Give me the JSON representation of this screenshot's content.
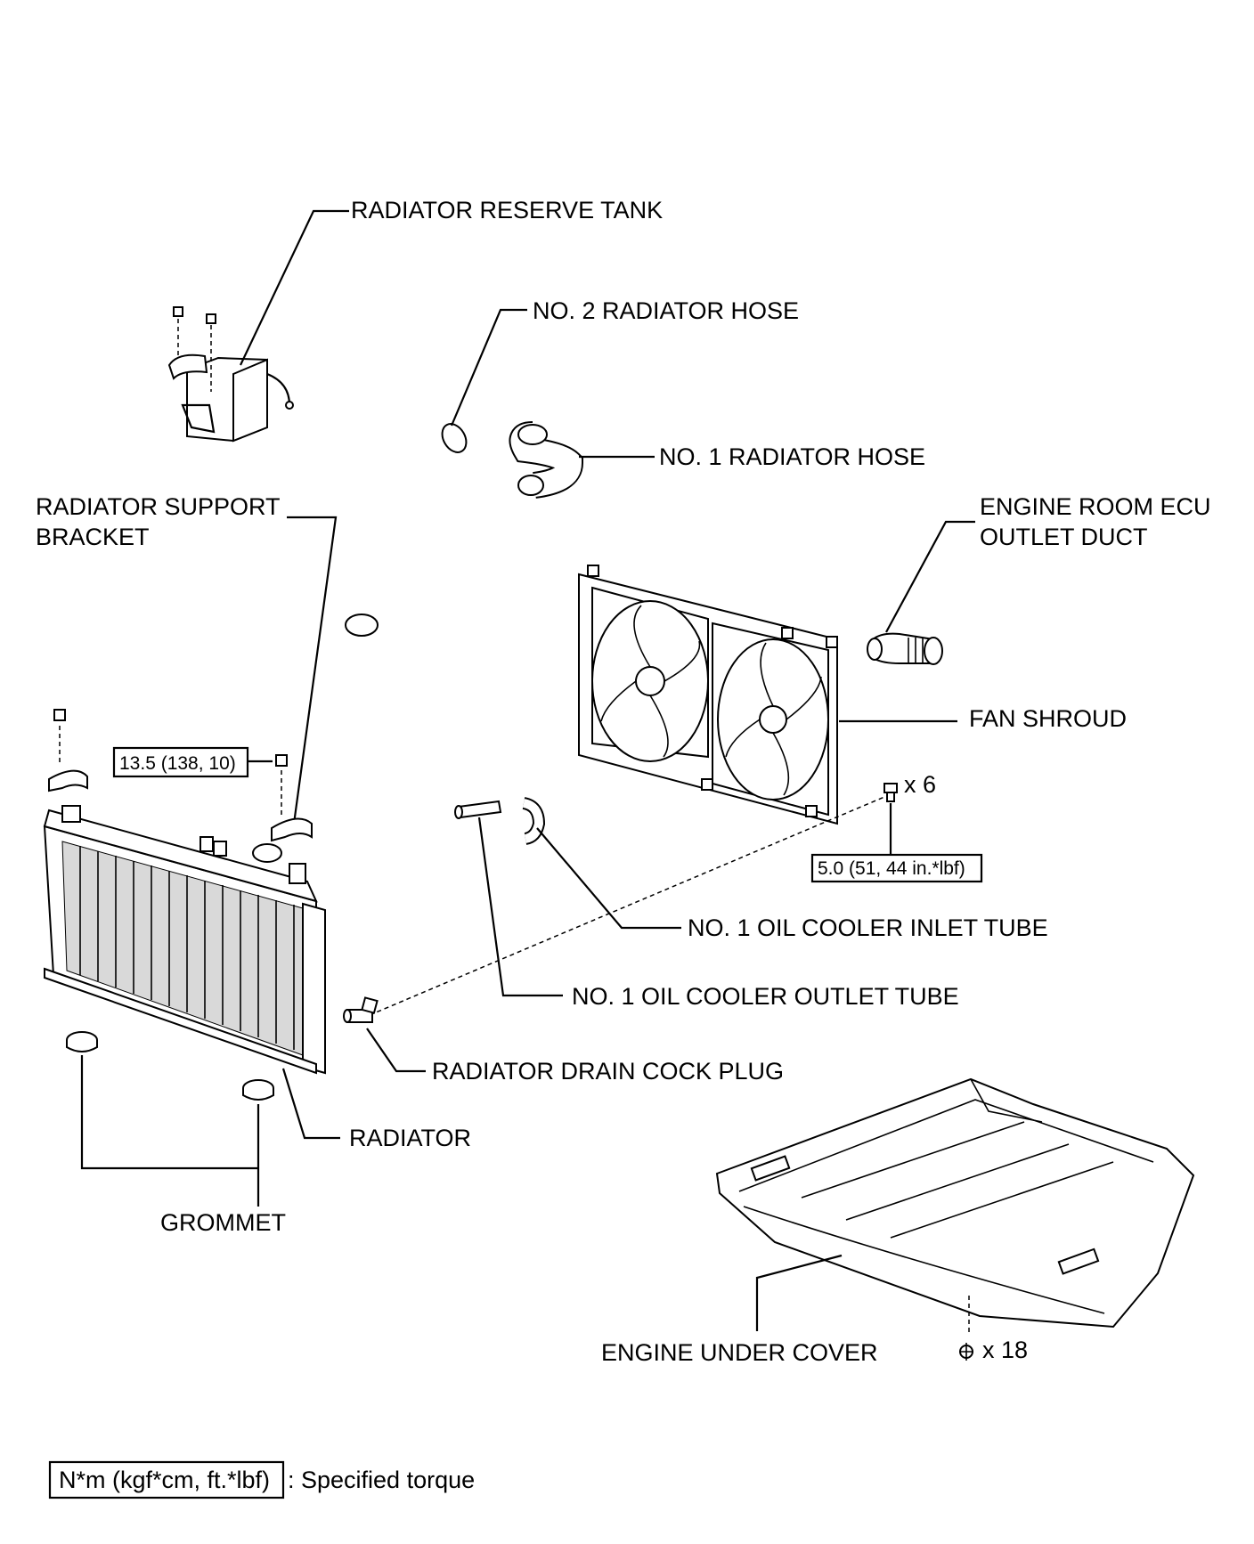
{
  "labels": {
    "reserve_tank": "RADIATOR RESERVE TANK",
    "no2_hose": "NO. 2 RADIATOR HOSE",
    "no1_hose": "NO. 1 RADIATOR HOSE",
    "support_bracket_line1": "RADIATOR SUPPORT",
    "support_bracket_line2": "BRACKET",
    "ecu_duct_line1": "ENGINE ROOM ECU",
    "ecu_duct_line2": "OUTLET DUCT",
    "fan_shroud": "FAN SHROUD",
    "oil_cooler_inlet": "NO. 1 OIL COOLER INLET TUBE",
    "oil_cooler_outlet": "NO. 1 OIL COOLER OUTLET TUBE",
    "drain_cock": "RADIATOR DRAIN COCK PLUG",
    "radiator": "RADIATOR",
    "grommet": "GROMMET",
    "under_cover": "ENGINE UNDER COVER"
  },
  "torque_specs": {
    "bracket_bolt": "13.5 (138, 10)",
    "shroud_bolt": "5.0 (51, 44 in.*lbf)"
  },
  "quantities": {
    "shroud_bolts": "x 6",
    "cover_clips": "x 18"
  },
  "legend": {
    "units": "N*m (kgf*cm, ft.*lbf)",
    "description": ": Specified torque"
  }
}
